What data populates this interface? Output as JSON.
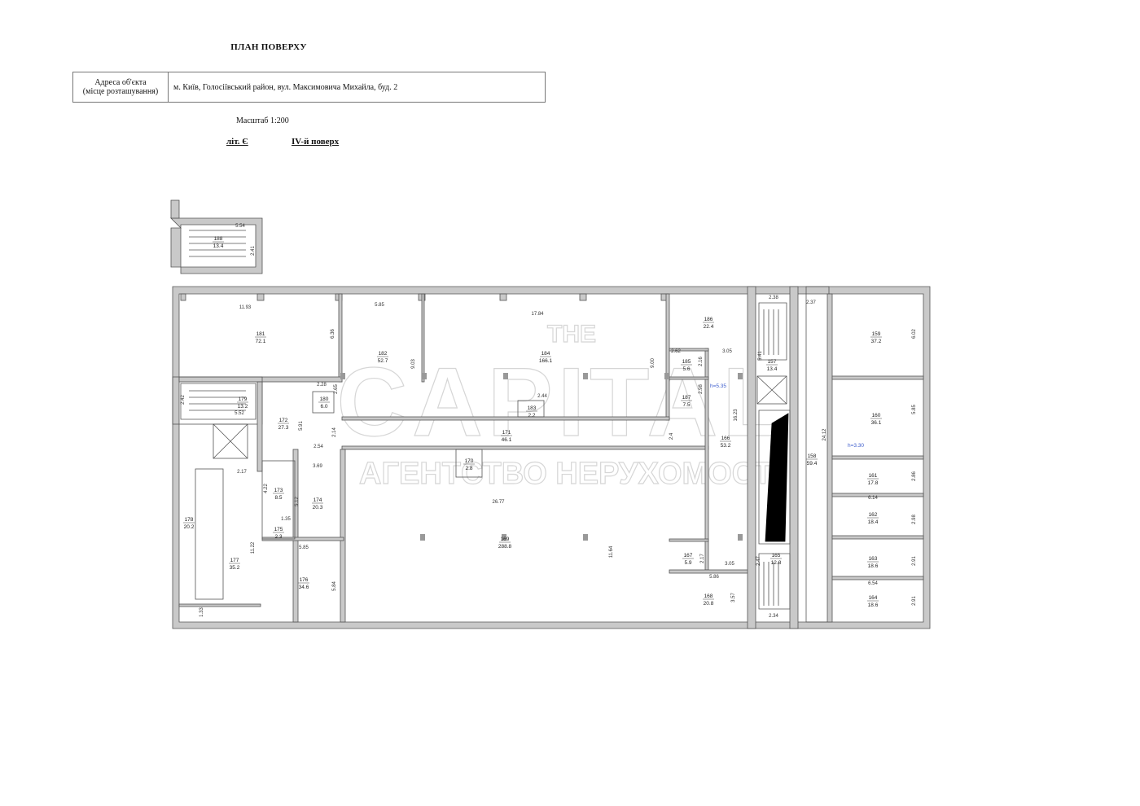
{
  "header": {
    "title": "ПЛАН ПОВЕРХУ",
    "address_label_1": "Адреса об'єкта",
    "address_label_2": "(місце розташування)",
    "address_value": "м. Київ, Голосіївський район, вул. Максимовича Михайла, буд. 2",
    "scale": "Масштаб 1:200",
    "lit": "літ. Є",
    "floor": "IV-й поверх"
  },
  "watermark": {
    "line1": "THE",
    "line2": "CAPITAL",
    "line3": "АГЕНТСТВО НЕРУХОМОСТІ"
  },
  "rooms": [
    {
      "id": "r188",
      "num": "188",
      "area": "13.4"
    },
    {
      "id": "r181",
      "num": "181",
      "area": "72.1"
    },
    {
      "id": "r182",
      "num": "182",
      "area": "52.7"
    },
    {
      "id": "r184",
      "num": "184",
      "area": "166.1"
    },
    {
      "id": "r186",
      "num": "186",
      "area": "22.4"
    },
    {
      "id": "r185",
      "num": "185",
      "area": "5.6"
    },
    {
      "id": "r187",
      "num": "187",
      "area": "7.5"
    },
    {
      "id": "r157",
      "num": "157",
      "area": "13.4"
    },
    {
      "id": "r159",
      "num": "159",
      "area": "37.2"
    },
    {
      "id": "r179",
      "num": "179",
      "area": "13.2"
    },
    {
      "id": "r180",
      "num": "180",
      "area": "6.0"
    },
    {
      "id": "r172",
      "num": "172",
      "area": "27.3"
    },
    {
      "id": "r183",
      "num": "183",
      "area": "2.2"
    },
    {
      "id": "r171",
      "num": "171",
      "area": "46.1"
    },
    {
      "id": "r166",
      "num": "166",
      "area": "53.2"
    },
    {
      "id": "r160",
      "num": "160",
      "area": "36.1"
    },
    {
      "id": "r158",
      "num": "158",
      "area": "59.4"
    },
    {
      "id": "r170",
      "num": "170",
      "area": "2.8"
    },
    {
      "id": "r161",
      "num": "161",
      "area": "17.8"
    },
    {
      "id": "r173",
      "num": "173",
      "area": "8.5"
    },
    {
      "id": "r174",
      "num": "174",
      "area": "20.3"
    },
    {
      "id": "r162",
      "num": "162",
      "area": "18.4"
    },
    {
      "id": "r178",
      "num": "178",
      "area": "20.2"
    },
    {
      "id": "r175",
      "num": "175",
      "area": "2.3"
    },
    {
      "id": "r169",
      "num": "169",
      "area": "288.8"
    },
    {
      "id": "r167",
      "num": "167",
      "area": "5.9"
    },
    {
      "id": "r165",
      "num": "165",
      "area": "12.8"
    },
    {
      "id": "r163",
      "num": "163",
      "area": "18.6"
    },
    {
      "id": "r177",
      "num": "177",
      "area": "35.2"
    },
    {
      "id": "r176",
      "num": "176",
      "area": "34.6"
    },
    {
      "id": "r168",
      "num": "168",
      "area": "20.8"
    },
    {
      "id": "r164",
      "num": "164",
      "area": "18.6"
    }
  ],
  "dimensions": [
    "5.54",
    "2.41",
    "11.93",
    "6.36",
    "5.85",
    "9.03",
    "17.84",
    "9.00",
    "2.62",
    "2.16",
    "3.05",
    "2.98",
    "2.38",
    "5.41",
    "2.37",
    "6.02",
    "2.28",
    "2.65",
    "2.42",
    "5.52",
    "5.91",
    "2.14",
    "2.44",
    "2.4",
    "16.23",
    "5.85",
    "24.12",
    "2.54",
    "3.69",
    "2.17",
    "4.22",
    "5.12",
    "26.77",
    "2.86",
    "6.14",
    "1.35",
    "2.98",
    "11.22",
    "5.85",
    "11.64",
    "2.17",
    "3.05",
    "2.47",
    "2.91",
    "5.86",
    "6.54",
    "3.57",
    "5.84",
    "1.33",
    "2.34",
    "2.91"
  ],
  "heights": [
    "h=5.35",
    "h=3.30"
  ]
}
